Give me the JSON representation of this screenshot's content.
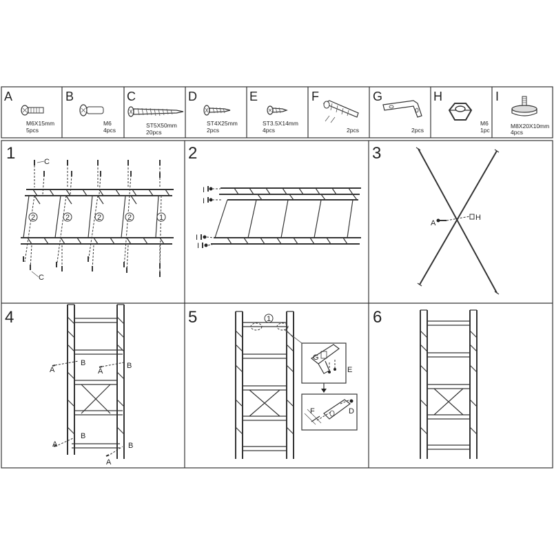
{
  "parts": [
    {
      "letter": "A",
      "spec": "M6X15mm",
      "qty": "5pcs",
      "icon": "machine-screw-icon"
    },
    {
      "letter": "B",
      "spec": "M6",
      "qty": "4pcs",
      "icon": "barrel-nut-icon"
    },
    {
      "letter": "C",
      "spec": "ST5X50mm",
      "qty": "20pcs",
      "icon": "long-wood-screw-icon"
    },
    {
      "letter": "D",
      "spec": "ST4X25mm",
      "qty": "2pcs",
      "icon": "wood-screw-icon"
    },
    {
      "letter": "E",
      "spec": "ST3.5X14mm",
      "qty": "4pcs",
      "icon": "small-screw-icon"
    },
    {
      "letter": "F",
      "spec": "",
      "qty": "2pcs",
      "icon": "wall-anchor-icon"
    },
    {
      "letter": "G",
      "spec": "",
      "qty": "2pcs",
      "icon": "wall-bracket-icon"
    },
    {
      "letter": "H",
      "spec": "M6",
      "qty": "1pc",
      "icon": "hex-nut-icon"
    },
    {
      "letter": "I",
      "spec": "M8X20X10mm",
      "qty": "4pcs",
      "icon": "leveling-foot-icon"
    }
  ],
  "steps": [
    {
      "number": "1",
      "callouts": {
        "c_top": "C",
        "c_bottom": "C",
        "circle_2": "2",
        "circle_1": "1"
      }
    },
    {
      "number": "2",
      "callouts": {
        "i": "I"
      }
    },
    {
      "number": "3",
      "callouts": {
        "a": "A",
        "h": "H"
      }
    },
    {
      "number": "4",
      "callouts": {
        "a": "A",
        "b": "B"
      }
    },
    {
      "number": "5",
      "callouts": {
        "circle_1": "1",
        "g": "G",
        "e": "E",
        "f": "F",
        "d": "D"
      }
    },
    {
      "number": "6",
      "callouts": {}
    }
  ]
}
